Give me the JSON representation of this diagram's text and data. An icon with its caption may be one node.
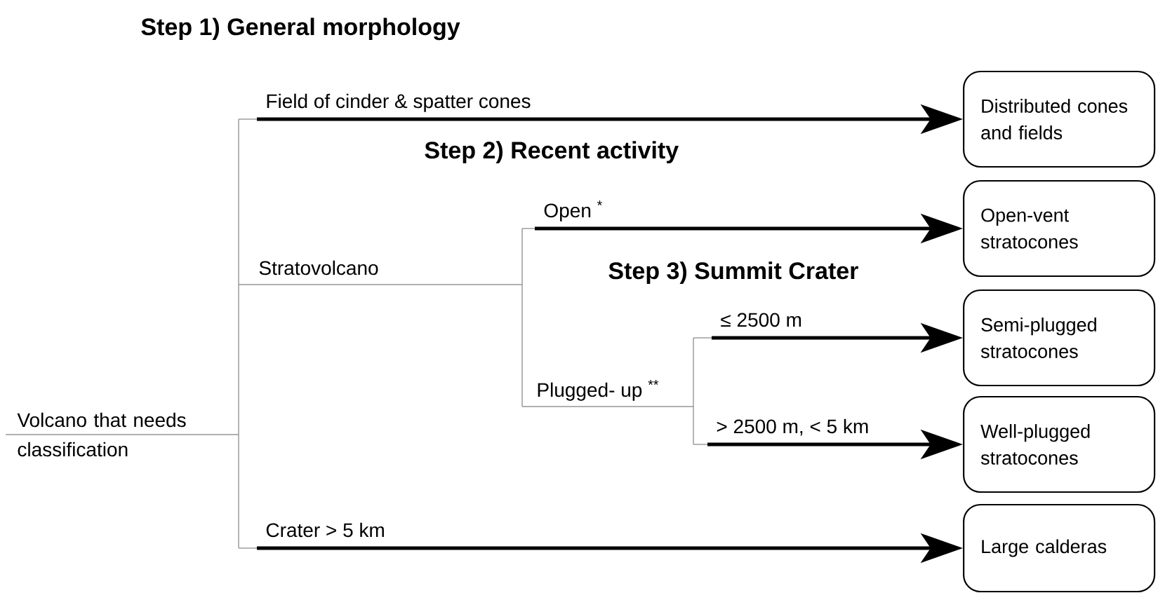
{
  "diagram": {
    "nodes": [
      {
        "text": [
          "Volcano that needs classification"
        ]
      },
      {
        "text": [
          "Distributed cones and fields"
        ]
      },
      {
        "text": [
          "Open-vent stratocones"
        ]
      },
      {
        "text": [
          "Semi-plugged stratocones"
        ]
      },
      {
        "text": [
          "Well-plugged stratocones"
        ]
      },
      {
        "text": [
          "Large calderas"
        ]
      }
    ],
    "edges": [
      {
        "from": 0,
        "to": 1,
        "arrow": "to",
        "label": "Field of cinder & spatter cones"
      },
      {
        "from": 0,
        "to": 2,
        "arrow": "to",
        "label": "Open $^{*}$"
      },
      {
        "from": 0,
        "to": 3,
        "arrow": "to",
        "label": "≤ 2500 m"
      },
      {
        "from": 0,
        "to": 4,
        "arrow": "to",
        "label": "> 2500 m, < 5 km"
      },
      {
        "from": 0,
        "to": 5,
        "arrow": "to",
        "label": "Crater > 5 km"
      }
    ],
    "labels": [
      "Step 1) General morphology",
      "Step 2) Recent activity",
      "Stratovolcano",
      "Step 3) Summit Crater",
      "Plugged- up $^{**}$"
    ]
  }
}
